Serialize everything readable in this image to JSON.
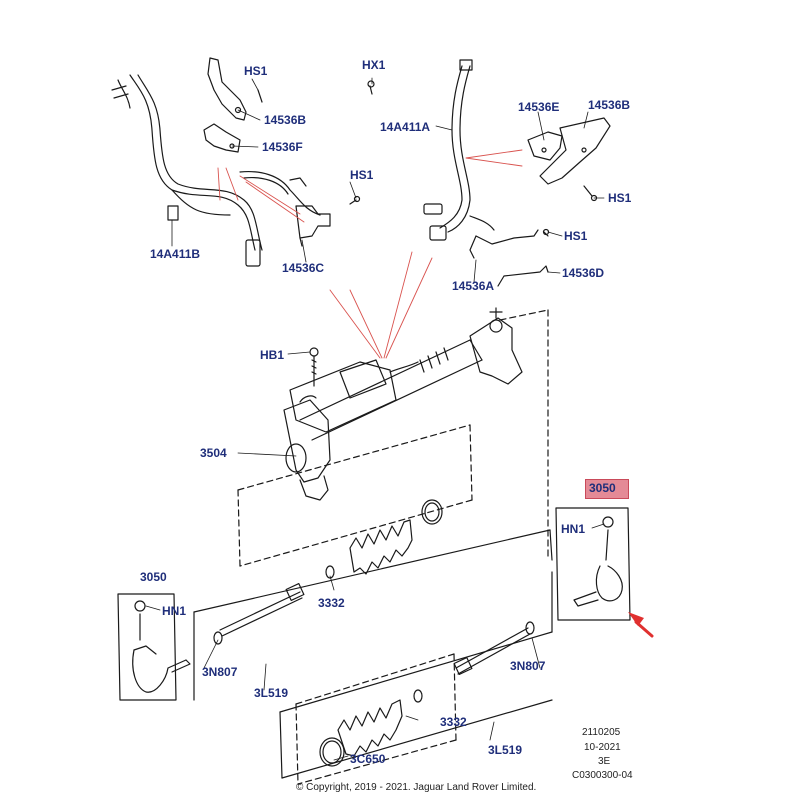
{
  "labels": {
    "hs1_a": "HS1",
    "hx1": "HX1",
    "p14536b_left": "14536B",
    "p14536f": "14536F",
    "hs1_b": "HS1",
    "p14a411b": "14A411B",
    "p14536c": "14536C",
    "p14a411a": "14A411A",
    "p14536e": "14536E",
    "p14536b_right": "14536B",
    "hs1_c": "HS1",
    "hs1_d": "HS1",
    "p14536a": "14536A",
    "p14536d": "14536D",
    "hb1": "HB1",
    "p3504": "3504",
    "p3050_right": "3050",
    "hn1_right": "HN1",
    "p3050_left": "3050",
    "hn1_left": "HN1",
    "p3332_upper": "3332",
    "p3n807_left": "3N807",
    "p3l519_upper": "3L519",
    "p3n807_right": "3N807",
    "p3332_lower": "3332",
    "p3c650": "3C650",
    "p3l519_lower": "3L519"
  },
  "footer": {
    "copyright": "© Copyright, 2019 - 2021. Jaguar Land Rover Limited.",
    "ref_code": "2110205",
    "date": "10-2021",
    "version": "3E",
    "drawing_no": "C0300300-04"
  },
  "colors": {
    "label": "#1f2e7a",
    "highlight": "#e48a96",
    "pointer_arrow": "#e0302f",
    "leader_red": "#d9534f",
    "line": "#1a1a1a"
  }
}
